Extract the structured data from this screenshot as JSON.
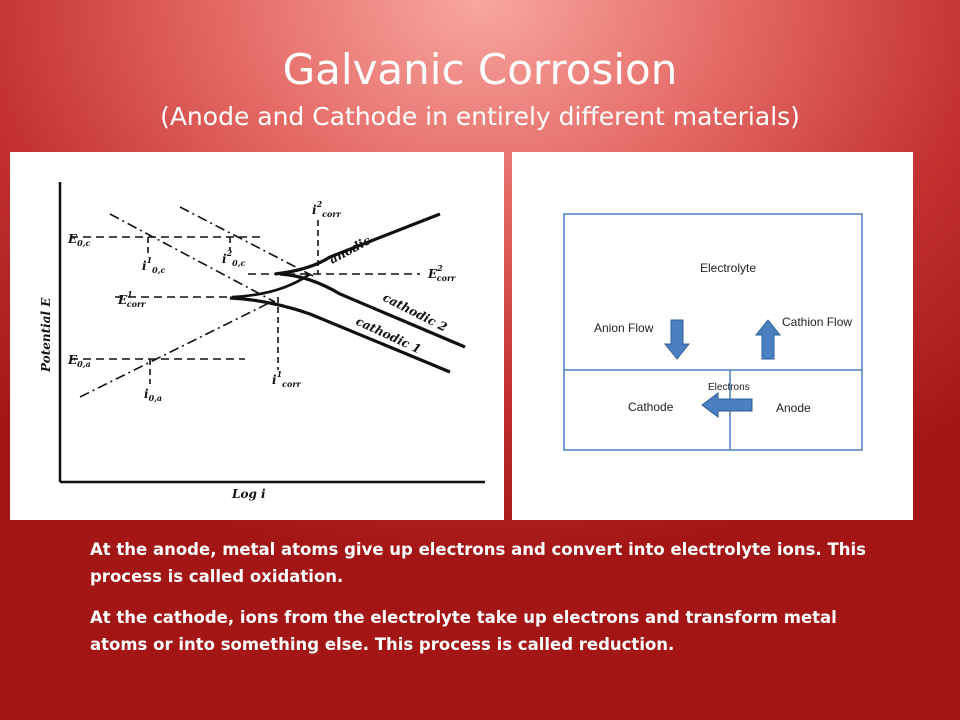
{
  "slide": {
    "title": "Galvanic Corrosion",
    "subtitle": "(Anode and Cathode in entirely different materials)"
  },
  "left_diagram": {
    "axis_y_label": "Potential E",
    "axis_x_label": "Log i",
    "labels": {
      "e0c": "E",
      "e0c_sub": "0,c",
      "e0a": "E",
      "e0a_sub": "0,a",
      "i1_0c": "i",
      "i1_0c_sup": "1",
      "i1_0c_sub": "0,c",
      "i2_0c": "i",
      "i2_0c_sup": "2",
      "i2_0c_sub": "0,c",
      "i0a": "i",
      "i0a_sub": "0,a",
      "i2corr": "i",
      "i2corr_sup": "2",
      "i2corr_sub": "corr",
      "i1corr": "i",
      "i1corr_sup": "1",
      "i1corr_sub": "corr",
      "e1corr": "E",
      "e1corr_sup": "1",
      "e1corr_sub": "corr",
      "e2corr": "E",
      "e2corr_sup": "2",
      "e2corr_sub": "corr",
      "anodic": "anodic",
      "cathodic2": "cathodic 2",
      "cathodic1": "cathodic 1"
    }
  },
  "right_diagram": {
    "electrolyte": "Electrolyte",
    "anion_flow": "Anion Flow",
    "cation_flow": "Cathion Flow",
    "electrons": "Electrons",
    "cathode": "Cathode",
    "anode": "Anode",
    "colors": {
      "arrow": "#4a7fc1",
      "arrow_stroke": "#2f5d96",
      "box": "#4a7fc1"
    }
  },
  "paragraphs": {
    "p1": "At the anode, metal atoms give up electrons and convert into electrolyte ions. This process is called oxidation.",
    "p2": "At the cathode, ions from the electrolyte take up electrons and transform metal atoms or into something else. This process is called reduction."
  }
}
